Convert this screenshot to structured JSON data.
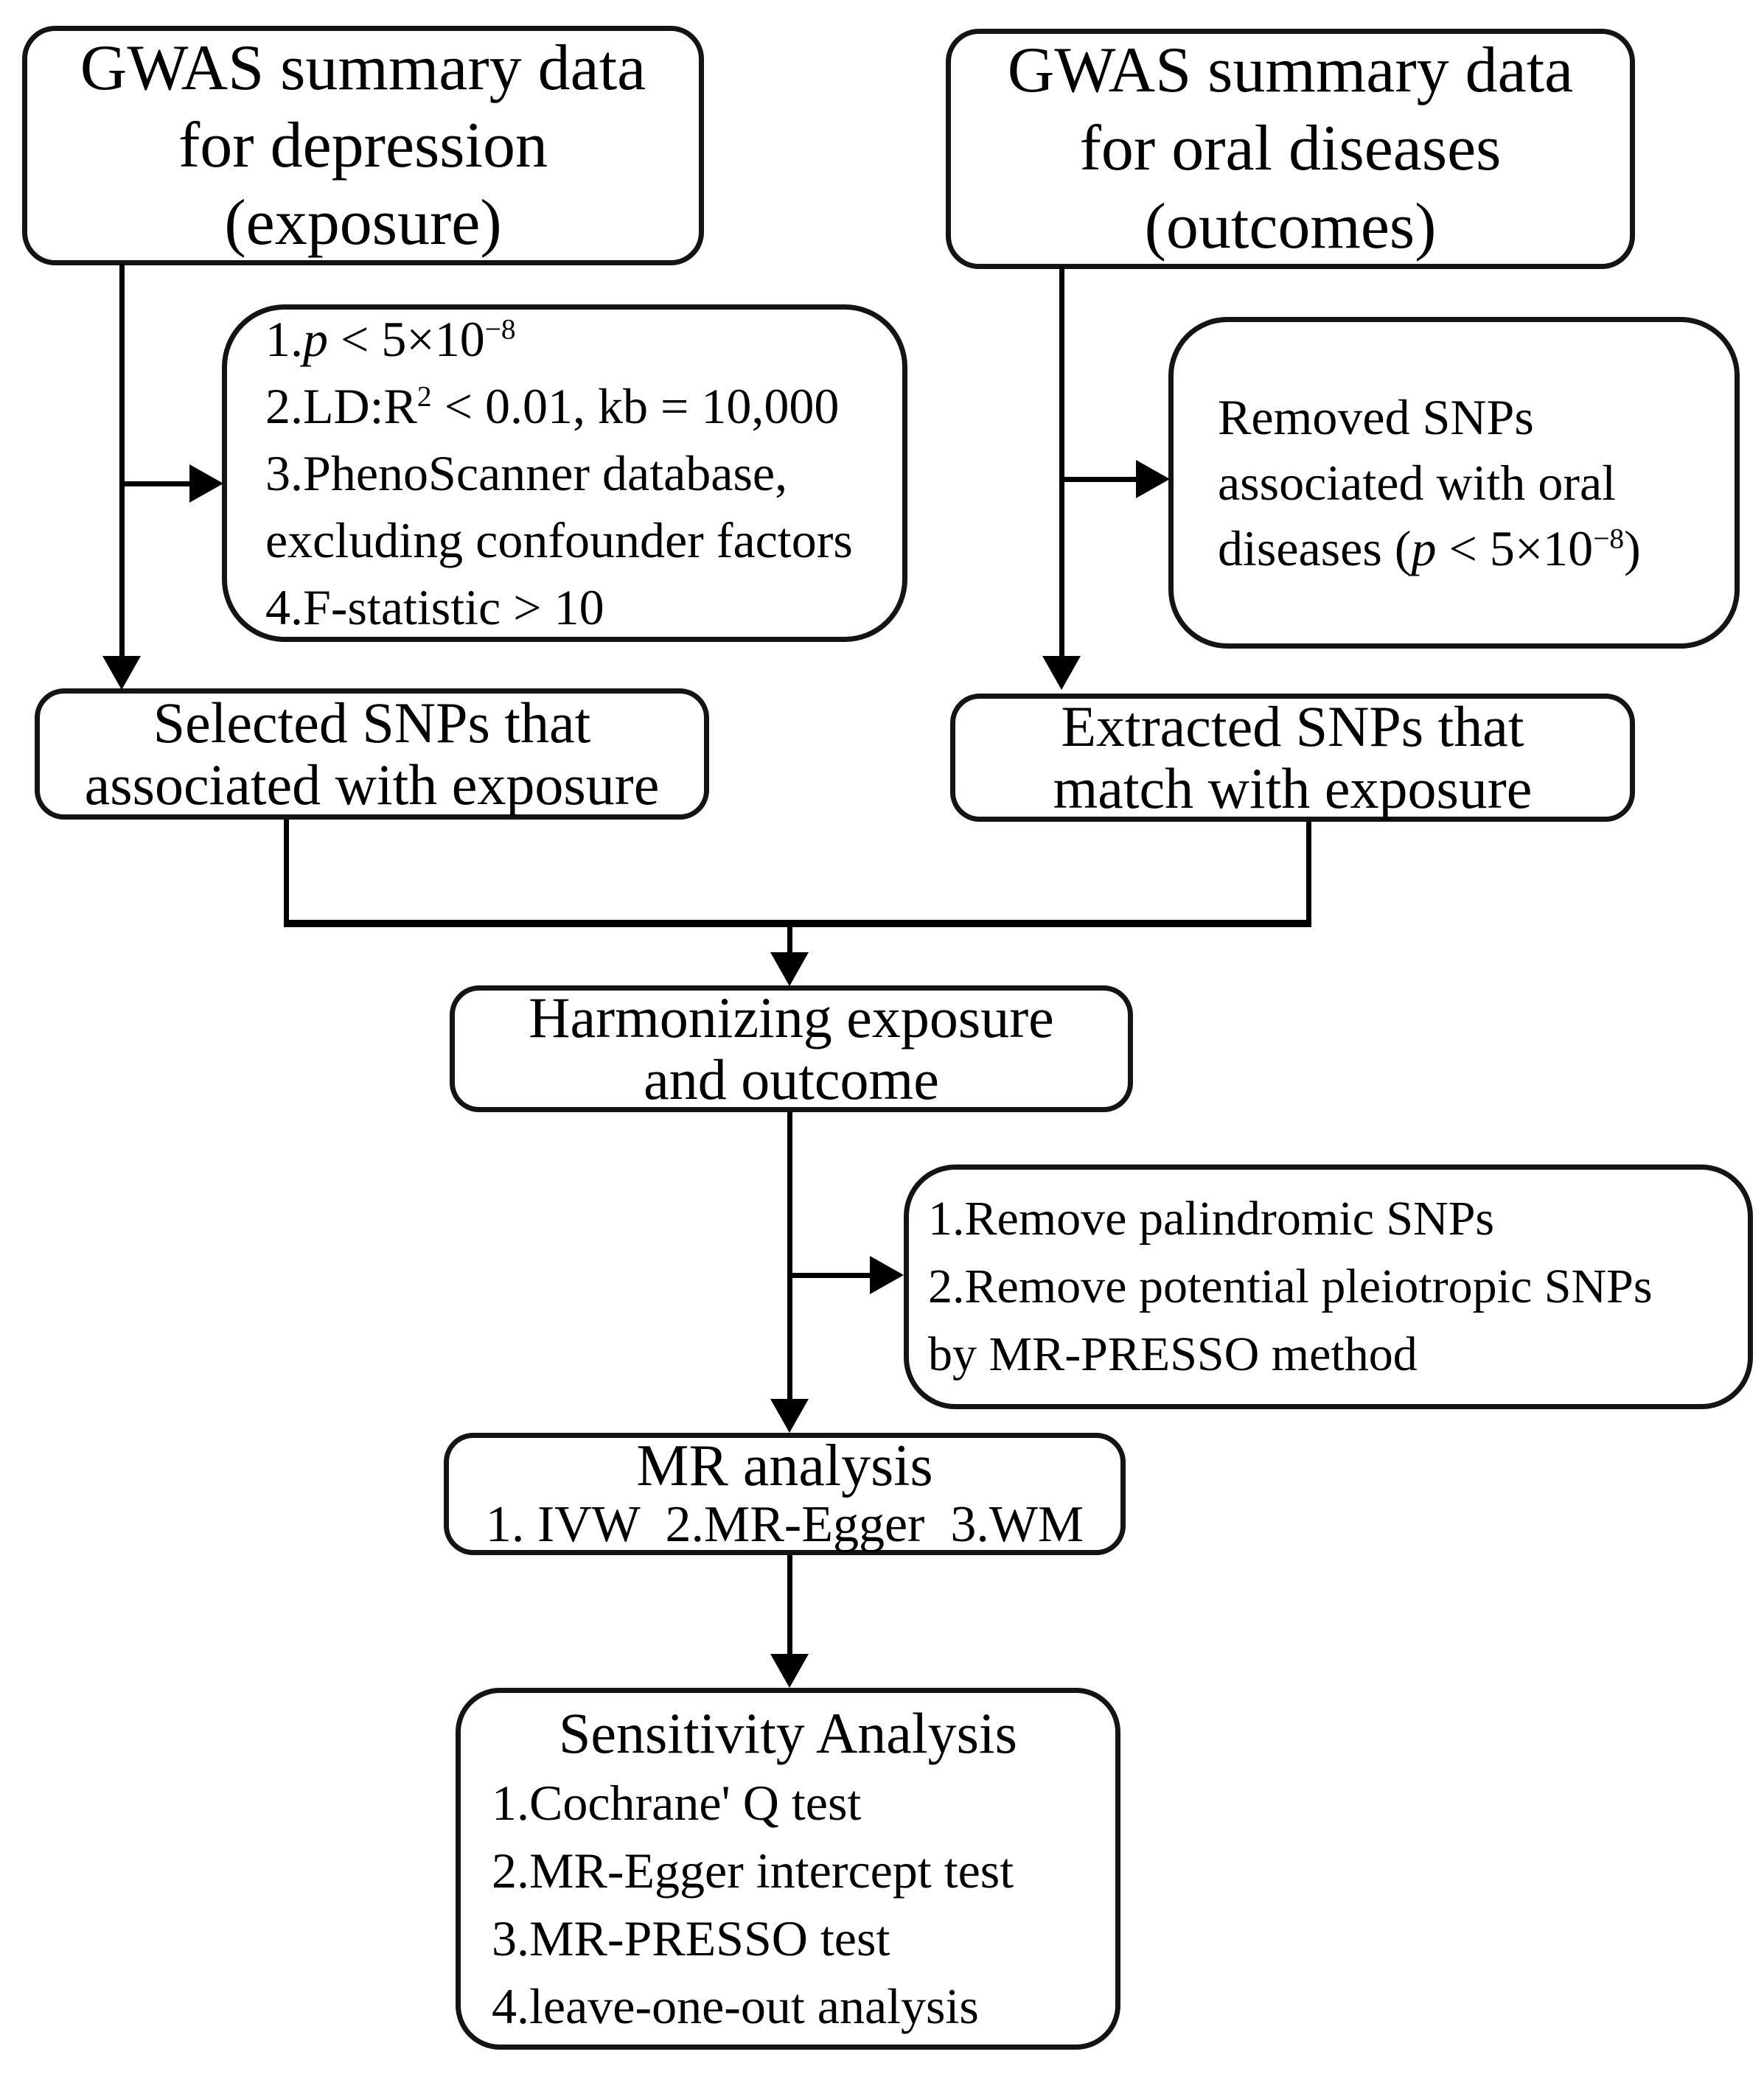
{
  "boxes": {
    "exposure_source": {
      "line1": "GWAS summary data",
      "line2": "for depression",
      "line3": "(exposure)"
    },
    "outcome_source": {
      "line1": "GWAS summary data",
      "line2": "for oral diseases",
      "line3": "(outcomes)"
    },
    "iv_criteria": {
      "l1a": "1.",
      "l1b": "p",
      "l1c": " < 5×10",
      "l1sup": "−8",
      "l2a": "2.LD:R",
      "l2sup": "2",
      "l2b": " < 0.01, kb = 10,000",
      "l3": "3.PhenoScanner database,",
      "l4": "excluding confounder factors",
      "l5": "4.F-statistic > 10"
    },
    "outcome_filter": {
      "l1": "Removed SNPs",
      "l2": "associated with oral",
      "l3a": "diseases (",
      "l3b": "p",
      "l3c": " < 5×10",
      "l3sup": "−8",
      "l3d": ")"
    },
    "selected_snps": {
      "line1": "Selected SNPs that",
      "line2": "associated with exposure"
    },
    "extracted_snps": {
      "line1": "Extracted SNPs that",
      "line2": "match with exposure"
    },
    "harmonizing": {
      "line1": "Harmonizing exposure",
      "line2": "and outcome"
    },
    "harmonize_filter": {
      "line1": "1.Remove palindromic SNPs",
      "line2": "2.Remove potential pleiotropic SNPs",
      "line3": "by MR-PRESSO method"
    },
    "mr_analysis": {
      "title": "MR analysis",
      "methods": "1. IVW  2.MR-Egger  3.WM"
    },
    "sensitivity": {
      "title": "Sensitivity Analysis",
      "item1": "1.Cochrane' Q test",
      "item2": "2.MR-Egger intercept test",
      "item3": "3.MR-PRESSO test",
      "item4": "4.leave-one-out analysis"
    }
  },
  "colors": {
    "line": "#000000",
    "border": "#141414",
    "background": "#ffffff",
    "text": "#000000"
  }
}
